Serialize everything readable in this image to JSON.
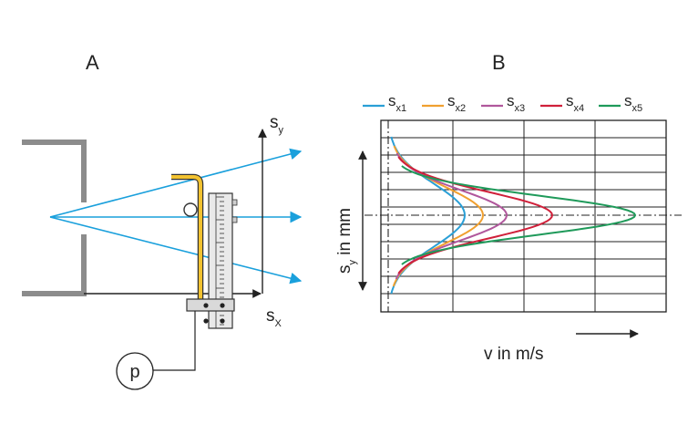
{
  "panel_a": {
    "label": "A",
    "axis_y": {
      "main": "s",
      "sub": "y"
    },
    "axis_x": {
      "main": "s",
      "sub": "X"
    },
    "gauge_label": "p"
  },
  "panel_b": {
    "label": "B",
    "y_label": {
      "main": "s",
      "sub": "y",
      "rest": " in mm"
    },
    "x_label": "v in m/s",
    "legend": [
      {
        "main": "s",
        "sub": "x1",
        "color": "#2a9fd6"
      },
      {
        "main": "s",
        "sub": "x2",
        "color": "#f0a030"
      },
      {
        "main": "s",
        "sub": "x3",
        "color": "#b0579c"
      },
      {
        "main": "s",
        "sub": "x4",
        "color": "#d0203a"
      },
      {
        "main": "s",
        "sub": "x5",
        "color": "#1f9a5a"
      }
    ]
  },
  "colors": {
    "arrow": "#1aa0dc",
    "wall": "#8c8c8c",
    "probe": "#f2c230",
    "ink": "#222222"
  }
}
